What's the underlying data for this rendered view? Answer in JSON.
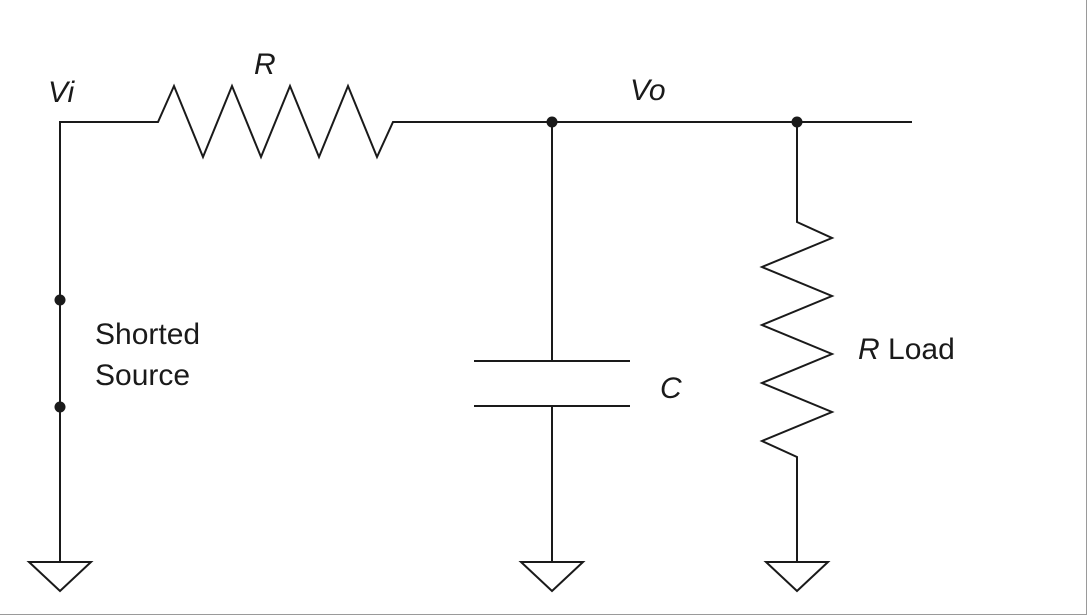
{
  "labels": {
    "vi": "Vi",
    "r": "R",
    "vo": "Vo",
    "shorted_line1": "Shorted",
    "shorted_line2": "Source",
    "c": "C",
    "r_load_r": "R",
    "r_load_text": "Load"
  },
  "colors": {
    "wire": "#1a1a1a",
    "background": "#ffffff",
    "frame": "#9a9a9a"
  }
}
